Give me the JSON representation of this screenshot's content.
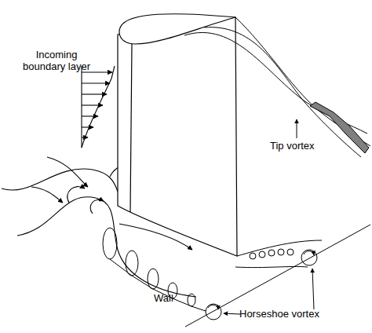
{
  "diagram": {
    "labels": [
      "Incoming boundary layer",
      "Tip vortex",
      "Wall",
      "Horseshoe vortex"
    ]
  }
}
